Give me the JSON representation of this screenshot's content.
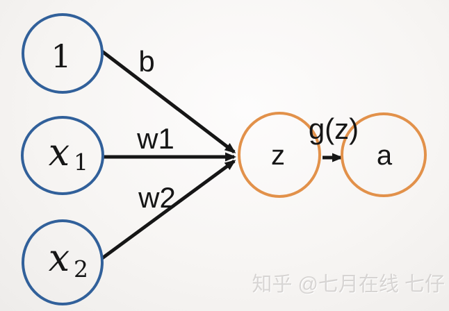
{
  "diagram": {
    "type": "neural-network-single-neuron",
    "nodes": {
      "bias": {
        "label": "1"
      },
      "x1": {
        "base": "x",
        "sub": "1"
      },
      "x2": {
        "base": "x",
        "sub": "2"
      },
      "z": {
        "label": "z"
      },
      "a": {
        "label": "a"
      }
    },
    "edges": {
      "bias_to_z": {
        "label": "b"
      },
      "x1_to_z": {
        "label": "w1"
      },
      "x2_to_z": {
        "label": "w2"
      },
      "z_to_a": {
        "label": "g(z)"
      }
    },
    "colors": {
      "input_node_stroke": "#31609a",
      "output_node_stroke": "#e2914a",
      "edge_color": "#161616",
      "background": "#f7f5f3",
      "watermark": "#b9b7b5"
    }
  },
  "watermark": {
    "text": "知乎 @七月在线 七仔"
  }
}
